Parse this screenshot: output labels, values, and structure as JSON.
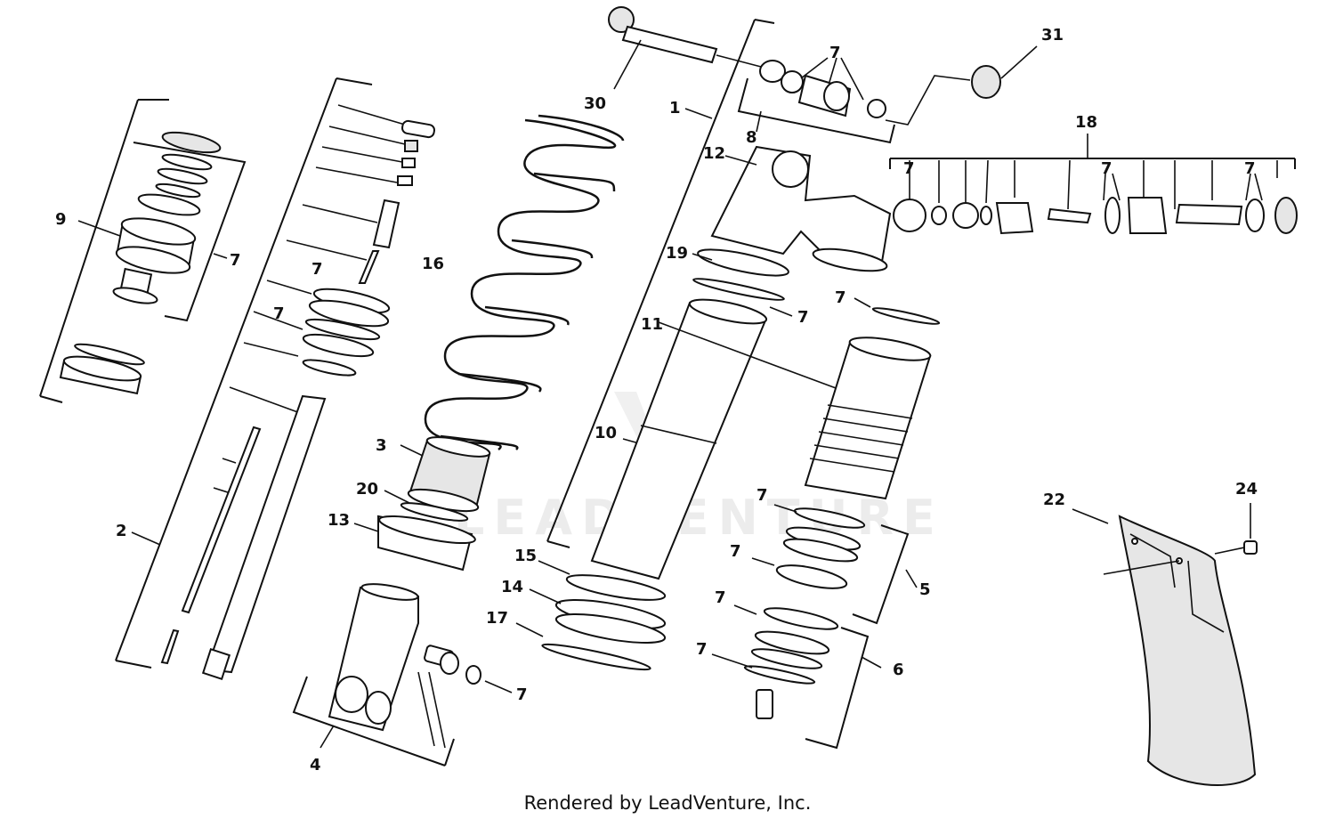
{
  "diagram": {
    "callouts": [
      "1",
      "2",
      "3",
      "4",
      "5",
      "6",
      "7",
      "8",
      "9",
      "10",
      "11",
      "12",
      "13",
      "14",
      "15",
      "16",
      "17",
      "18",
      "19",
      "20",
      "22",
      "24",
      "30",
      "31"
    ],
    "repeat_callout": "7",
    "watermark": "LEADVENTURE"
  },
  "footer": {
    "text": "Rendered by LeadVenture, Inc."
  }
}
